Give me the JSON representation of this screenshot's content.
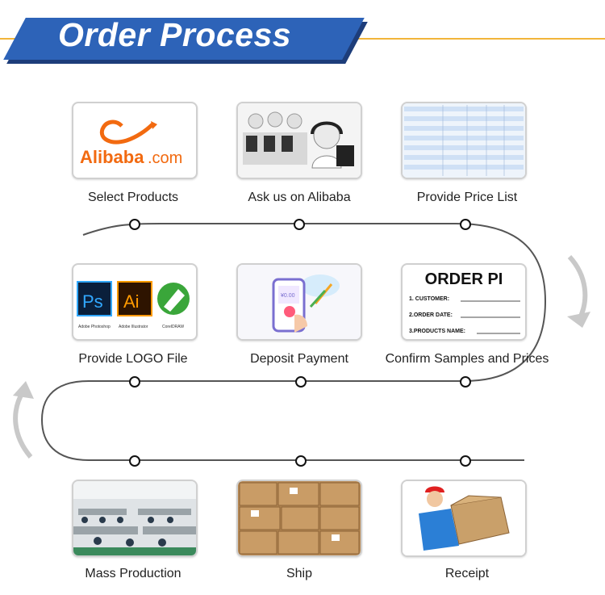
{
  "header": {
    "title": "Order Process"
  },
  "steps": [
    {
      "label": "Select Products"
    },
    {
      "label": "Ask us on Alibaba"
    },
    {
      "label": "Provide Price List"
    },
    {
      "label": "Provide LOGO File"
    },
    {
      "label": "Deposit Payment"
    },
    {
      "label": "Confirm Samples and Prices"
    },
    {
      "label": "Mass Production"
    },
    {
      "label": "Ship"
    },
    {
      "label": "Receipt"
    }
  ],
  "alibaba_logo": {
    "word": "Alibaba",
    "suffix": ".com"
  },
  "software_logos": {
    "ps": "Ps",
    "ai": "Ai",
    "ps_caption": "Adobe Photoshop",
    "ai_caption": "Adobe Illustrator",
    "cd_caption": "CorelDRAW"
  },
  "order_pi": {
    "title": "ORDER PI",
    "customer": "1. CUSTOMER:",
    "order_date": "2.ORDER DATE:",
    "products_name": "3.PRODUCTS NAME:"
  },
  "phone_screen": {
    "amount": "¥0.00"
  },
  "colors": {
    "banner": "#2d63b8",
    "accent_line": "#f2b53a",
    "alibaba_orange": "#f26a10"
  }
}
